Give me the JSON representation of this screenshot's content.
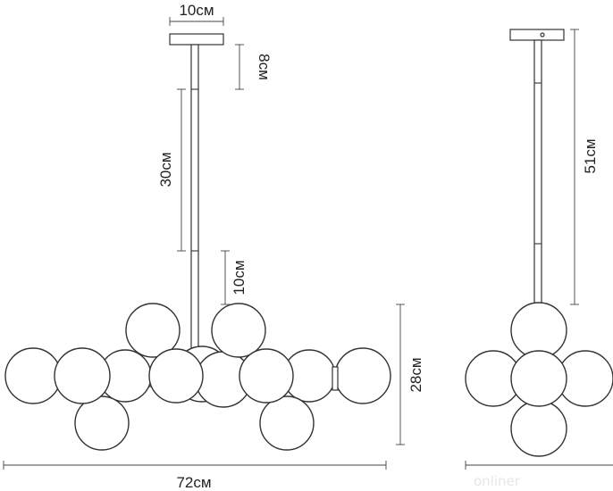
{
  "dimensions": {
    "canopy_width": "10см",
    "top_rod": "8см",
    "middle_rod": "30см",
    "bottom_rod": "10см",
    "fixture_height": "28см",
    "fixture_width": "72см",
    "side_total_height": "51см"
  },
  "watermark": "onliner"
}
